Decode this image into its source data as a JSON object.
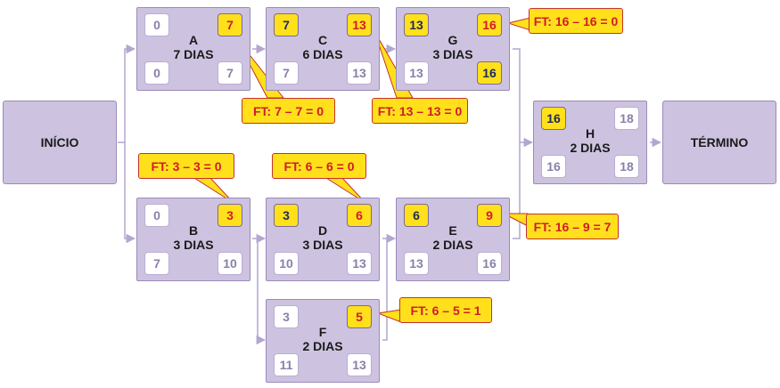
{
  "start_label": "INÍCIO",
  "end_label": "TÉRMINO",
  "nodes": {
    "A": {
      "name": "A",
      "duration": "7 DIAS",
      "tl": "0",
      "tr": "7",
      "bl": "0",
      "br": "7"
    },
    "B": {
      "name": "B",
      "duration": "3 DIAS",
      "tl": "0",
      "tr": "3",
      "bl": "7",
      "br": "10"
    },
    "C": {
      "name": "C",
      "duration": "6 DIAS",
      "tl": "7",
      "tr": "13",
      "bl": "7",
      "br": "13"
    },
    "D": {
      "name": "D",
      "duration": "3 DIAS",
      "tl": "3",
      "tr": "6",
      "bl": "10",
      "br": "13"
    },
    "E": {
      "name": "E",
      "duration": "2 DIAS",
      "tl": "6",
      "tr": "9",
      "bl": "13",
      "br": "16"
    },
    "F": {
      "name": "F",
      "duration": "2 DIAS",
      "tl": "3",
      "tr": "5",
      "bl": "11",
      "br": "13"
    },
    "G": {
      "name": "G",
      "duration": "3 DIAS",
      "tl": "13",
      "tr": "16",
      "bl": "13",
      "br": "16"
    },
    "H": {
      "name": "H",
      "duration": "2 DIAS",
      "tl": "16",
      "tr": "18",
      "bl": "16",
      "br": "18"
    }
  },
  "callouts": {
    "A": "FT: 7 – 7 = 0",
    "B": "FT: 3 – 3 = 0",
    "C": "FT: 13 – 13 = 0",
    "D": "FT: 6 – 6 = 0",
    "E": "FT: 16 – 9 = 7",
    "F": "FT: 6 – 5 = 1",
    "G": "FT: 16 – 16 = 0"
  },
  "colors": {
    "node_fill": "#cdc3e0",
    "node_border": "#9a8bbb",
    "highlight": "#ffe01b",
    "red_text": "#d21b2b",
    "navy_text": "#1f2a5a",
    "connector": "#b3a6d0"
  }
}
